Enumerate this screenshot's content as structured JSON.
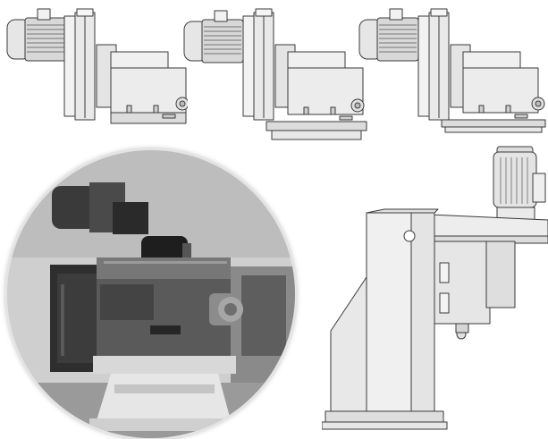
{
  "scene": {
    "background": "#ffffff",
    "line_color": "#3a3a3a",
    "fill_light": "#ededed",
    "fill_mid": "#cfcfcf",
    "fill_dark": "#5a5a5a"
  },
  "units": [
    {
      "variant": "slide-unit-plain"
    },
    {
      "variant": "slide-unit-on-base"
    },
    {
      "variant": "slide-unit-on-base-flanged"
    }
  ],
  "photo": {
    "shape": "circle",
    "tone": "grayscale"
  },
  "column": {
    "variant": "vertical-column-with-motor"
  }
}
